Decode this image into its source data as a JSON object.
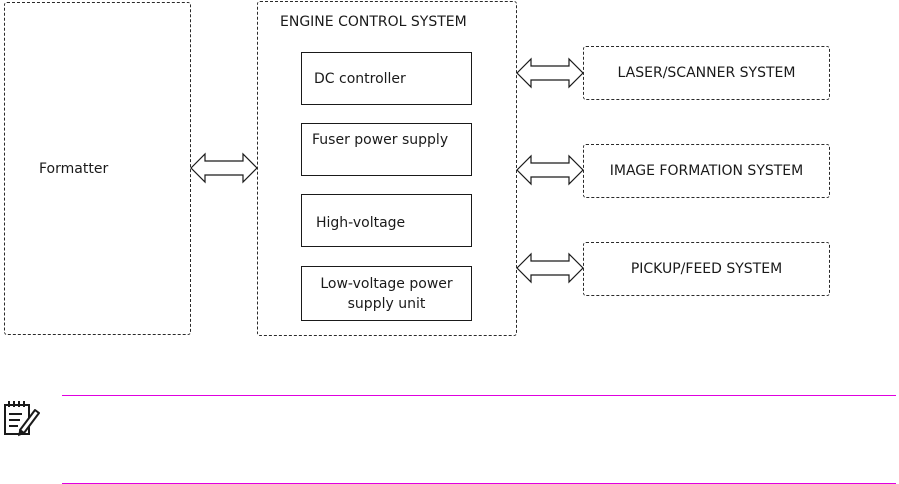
{
  "diagram": {
    "formatter": {
      "label": "Formatter"
    },
    "engine": {
      "title": "ENGINE CONTROL SYSTEM",
      "components": [
        {
          "label": "DC controller"
        },
        {
          "label": "Fuser power supply"
        },
        {
          "label": "High-voltage"
        },
        {
          "label_line1": "Low-voltage power",
          "label_line2": "supply unit"
        }
      ]
    },
    "systems": [
      {
        "label": "LASER/SCANNER SYSTEM"
      },
      {
        "label": "IMAGE FORMATION SYSTEM"
      },
      {
        "label": "PICKUP/FEED SYSTEM"
      }
    ]
  },
  "note": {
    "icon": "note-pencil-icon",
    "text": ""
  },
  "colors": {
    "note_rule": "#e000e0",
    "line": "#1a1a1a"
  }
}
